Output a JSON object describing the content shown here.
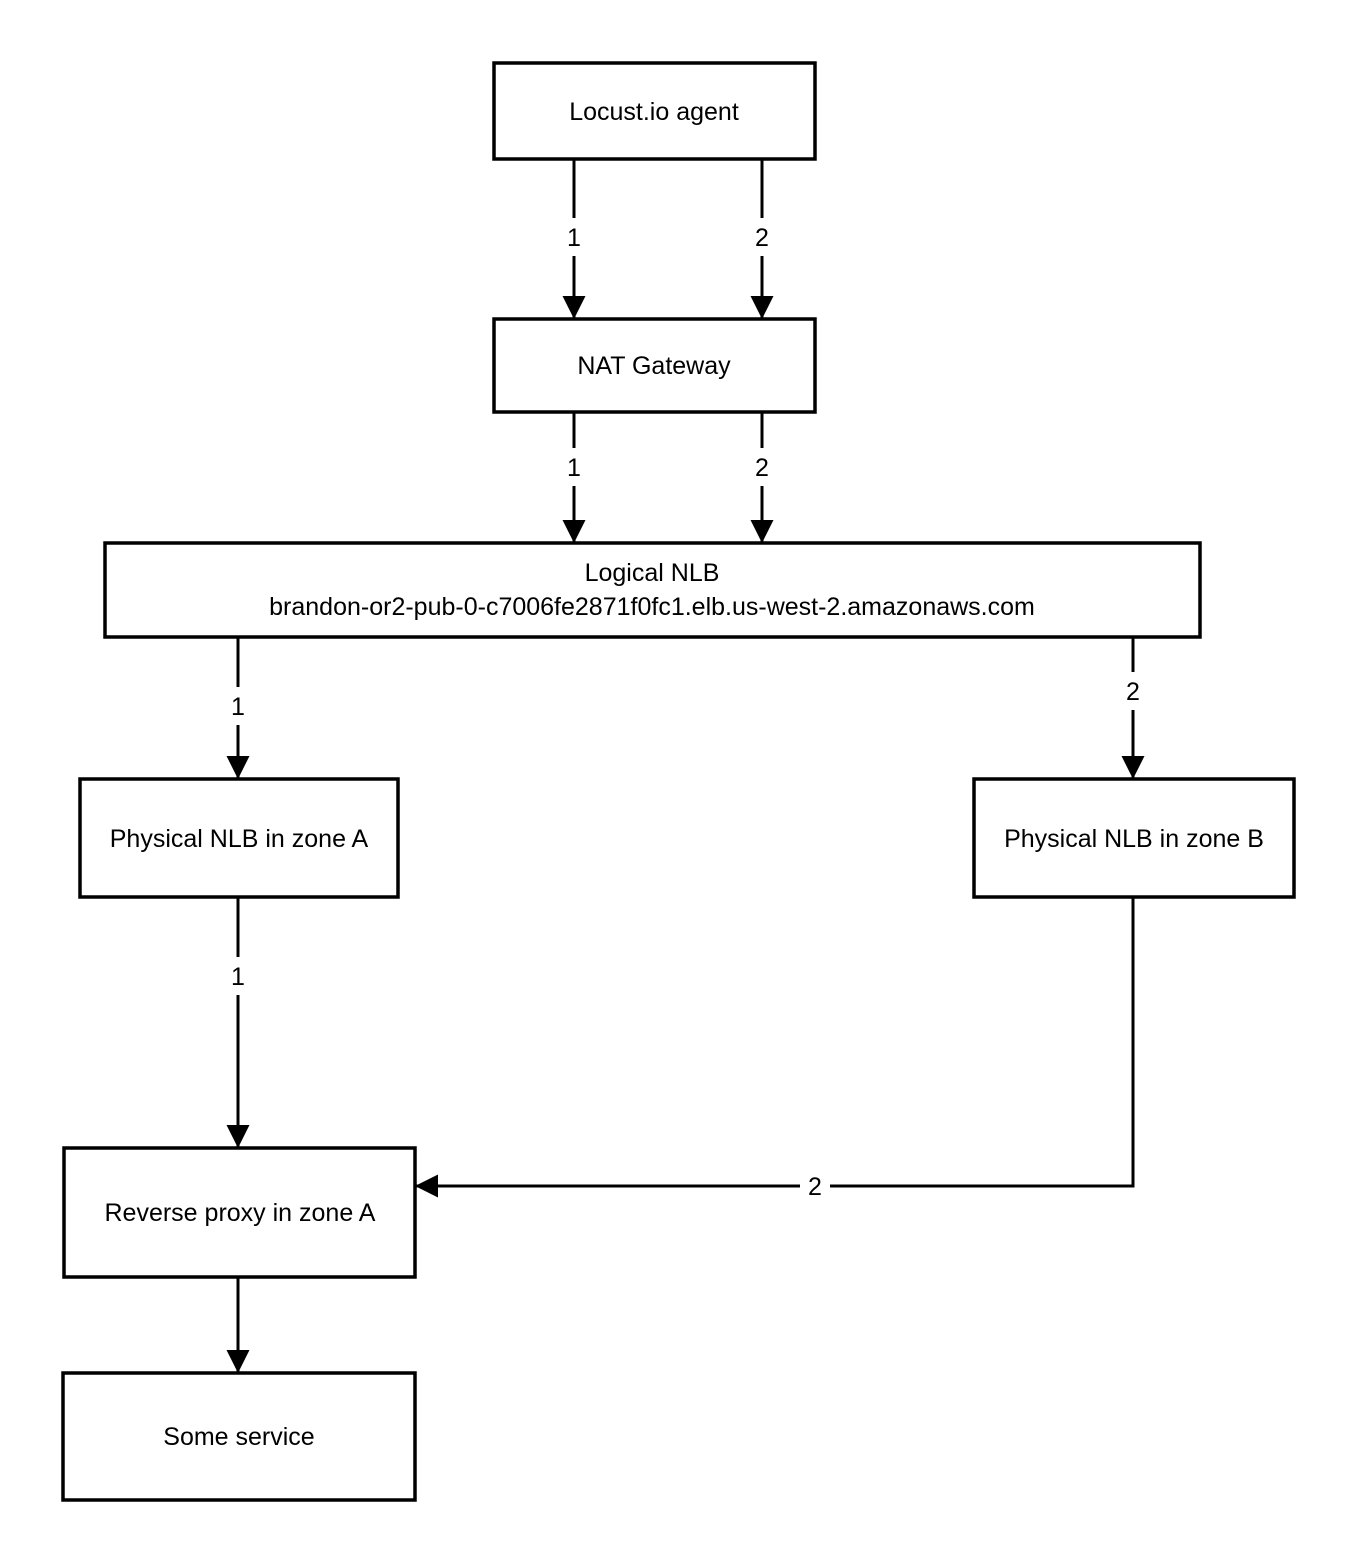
{
  "diagram": {
    "type": "flowchart",
    "background_color": "#ffffff",
    "line_color": "#000000",
    "box_fill_color": "#ffffff",
    "nodes": [
      {
        "id": "locust-agent",
        "label": "Locust.io agent"
      },
      {
        "id": "nat-gateway",
        "label": "NAT Gateway"
      },
      {
        "id": "logical-nlb",
        "label": "Logical NLB",
        "sublabel": "brandon-or2-pub-0-c7006fe2871f0fc1.elb.us-west-2.amazonaws.com"
      },
      {
        "id": "physical-nlb-zone-a",
        "label": "Physical NLB in zone A"
      },
      {
        "id": "physical-nlb-zone-b",
        "label": "Physical NLB in zone B"
      },
      {
        "id": "reverse-proxy-zone-a",
        "label": "Reverse proxy in zone A"
      },
      {
        "id": "some-service",
        "label": "Some service"
      }
    ],
    "edges": [
      {
        "from": "locust-agent",
        "to": "nat-gateway",
        "label": "1"
      },
      {
        "from": "locust-agent",
        "to": "nat-gateway",
        "label": "2"
      },
      {
        "from": "nat-gateway",
        "to": "logical-nlb",
        "label": "1"
      },
      {
        "from": "nat-gateway",
        "to": "logical-nlb",
        "label": "2"
      },
      {
        "from": "logical-nlb",
        "to": "physical-nlb-zone-a",
        "label": "1"
      },
      {
        "from": "logical-nlb",
        "to": "physical-nlb-zone-b",
        "label": "2"
      },
      {
        "from": "physical-nlb-zone-a",
        "to": "reverse-proxy-zone-a",
        "label": "1"
      },
      {
        "from": "physical-nlb-zone-b",
        "to": "reverse-proxy-zone-a",
        "label": "2"
      },
      {
        "from": "reverse-proxy-zone-a",
        "to": "some-service",
        "label": ""
      }
    ]
  }
}
